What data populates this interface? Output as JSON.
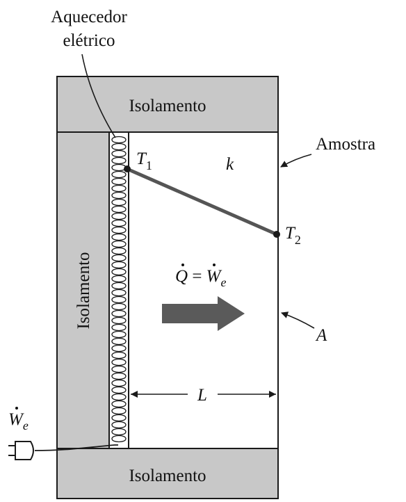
{
  "labels": {
    "heater_line1": "Aquecedor",
    "heater_line2": "elétrico",
    "insulation_top": "Isolamento",
    "insulation_left": "Isolamento",
    "insulation_bottom": "Isolamento",
    "sample": "Amostra",
    "t1_symbol": "T",
    "t1_subscript": "1",
    "t2_symbol": "T",
    "t2_subscript": "2",
    "conductivity": "k",
    "heat_rate_q": "Q",
    "heat_rate_equals": " = ",
    "heat_rate_w": "W",
    "heat_rate_w_sub": "e",
    "area": "A",
    "length": "L",
    "power_symbol": "W",
    "power_subscript": "e"
  },
  "colors": {
    "insulation": "#c8c8c8",
    "outline": "#1a1a1a",
    "temperature_line": "#555555",
    "arrow": "#5a5a5a",
    "sample_fill": "#ffffff"
  },
  "icons": {
    "plug": "power-plug-icon",
    "heater": "heating-coil-icon",
    "flow_arrow": "heat-flow-arrow-icon"
  }
}
